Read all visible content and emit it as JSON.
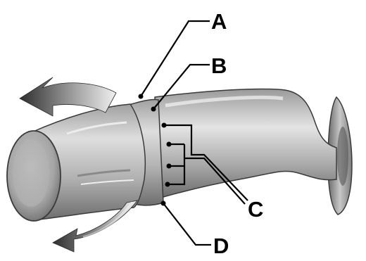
{
  "diagram": {
    "callouts": [
      {
        "id": "A",
        "label": "A"
      },
      {
        "id": "B",
        "label": "B"
      },
      {
        "id": "C",
        "label": "C"
      },
      {
        "id": "D",
        "label": "D"
      }
    ]
  },
  "colors": {
    "leader_line": "#000000",
    "label_text": "#000000",
    "arrow_dark": "#3a3a3a",
    "arrow_light": "#e6e6e6",
    "knob_mid": "#b9b9b9",
    "background": "#ffffff"
  },
  "icons": {
    "stalk": "turn-signal-stalk-icon",
    "rotate_up": "rotate-up-arrow-icon",
    "rotate_down": "rotate-down-arrow-icon"
  }
}
